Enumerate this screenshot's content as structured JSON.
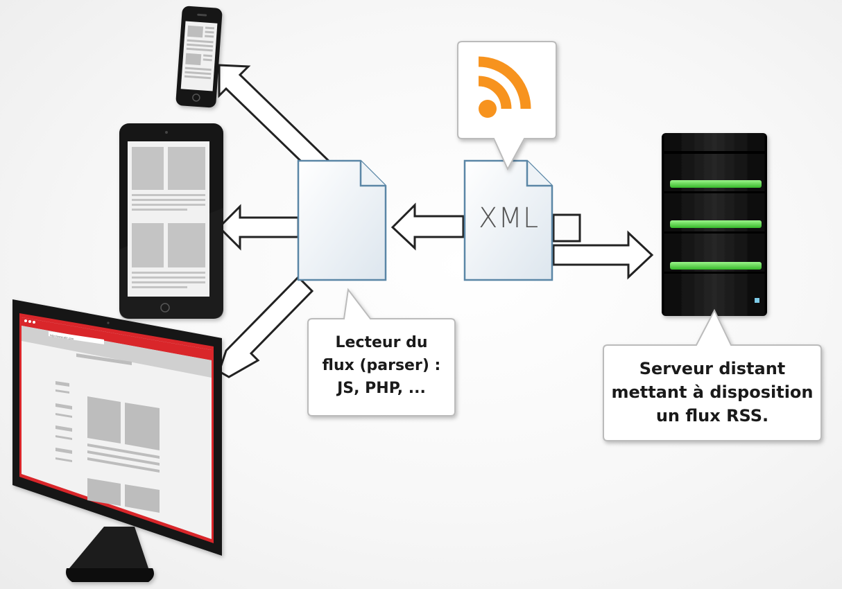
{
  "xml_document": {
    "label": "XML"
  },
  "parser_bubble": {
    "lines": [
      "Lecteur du",
      "flux (parser) :",
      "JS, PHP, ..."
    ]
  },
  "server_bubble": {
    "lines": [
      "Serveur distant",
      "mettant à disposition",
      "un flux RSS."
    ]
  },
  "browser_url": "http://www.site.com",
  "colors": {
    "rss_orange": "#f7931e",
    "server_led": "#5de04a",
    "document_border": "#5a86a6",
    "browser_accent": "#d9262c",
    "device_body": "#151515"
  }
}
